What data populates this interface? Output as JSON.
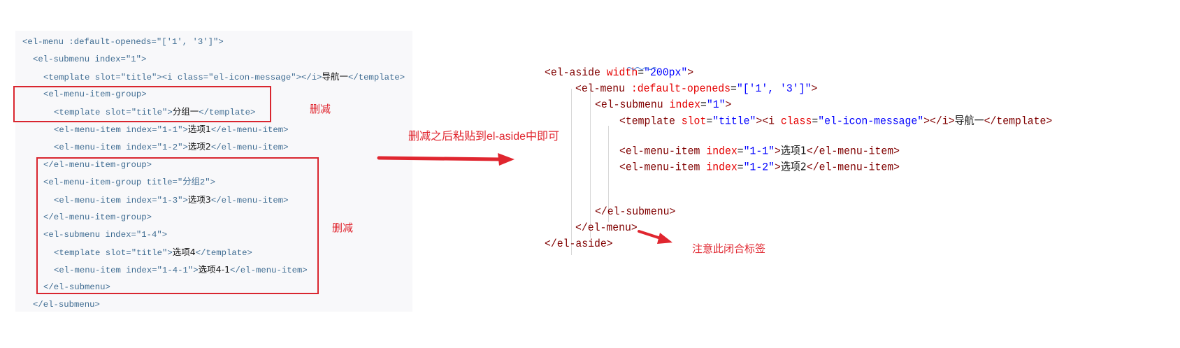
{
  "left_code": [
    [
      [
        "<el-menu :default-openeds=\"['1', '3']\">",
        "t"
      ]
    ],
    [
      [
        "<el-submenu index=\"1\">",
        "t"
      ]
    ],
    [
      [
        "<template slot=\"title\"><i class=\"el-icon-message\"></i>",
        "t"
      ],
      [
        "导航一",
        "cn"
      ],
      [
        "</template>",
        "t"
      ]
    ],
    [
      [
        "<el-menu-item-group>",
        "t"
      ]
    ],
    [
      [
        "<template slot=\"title\">",
        "t"
      ],
      [
        "分组一",
        "cn"
      ],
      [
        "</template>",
        "t"
      ]
    ],
    [
      [
        "<el-menu-item index=\"1-1\">",
        "t"
      ],
      [
        "选项1",
        "cn"
      ],
      [
        "</el-menu-item>",
        "t"
      ]
    ],
    [
      [
        "<el-menu-item index=\"1-2\">",
        "t"
      ],
      [
        "选项2",
        "cn"
      ],
      [
        "</el-menu-item>",
        "t"
      ]
    ],
    [
      [
        "</el-menu-item-group>",
        "t"
      ]
    ],
    [
      [
        "<el-menu-item-group title=\"分组2\">",
        "t"
      ]
    ],
    [
      [
        "<el-menu-item index=\"1-3\">",
        "t"
      ],
      [
        "选项3",
        "cn"
      ],
      [
        "</el-menu-item>",
        "t"
      ]
    ],
    [
      [
        "</el-menu-item-group>",
        "t"
      ]
    ],
    [
      [
        "<el-submenu index=\"1-4\">",
        "t"
      ]
    ],
    [
      [
        "<template slot=\"title\">",
        "t"
      ],
      [
        "选项4",
        "cn"
      ],
      [
        "</template>",
        "t"
      ]
    ],
    [
      [
        "<el-menu-item index=\"1-4-1\">",
        "t"
      ],
      [
        "选项4-1",
        "cn"
      ],
      [
        "</el-menu-item>",
        "t"
      ]
    ],
    [
      [
        "</el-submenu>",
        "t"
      ]
    ],
    [
      [
        "</el-submenu>",
        "t"
      ]
    ]
  ],
  "right_code": [
    [
      [
        "<el-aside ",
        "t"
      ],
      [
        "width",
        "a"
      ],
      [
        "=",
        "p"
      ],
      [
        "\"200px\"",
        "v"
      ],
      [
        ">",
        "t"
      ]
    ],
    [
      [
        "<el-menu ",
        "t"
      ],
      [
        ":default-openeds",
        "a"
      ],
      [
        "=",
        "p"
      ],
      [
        "\"['1', '3']\"",
        "v"
      ],
      [
        ">",
        "t"
      ]
    ],
    [
      [
        "<el-submenu ",
        "t"
      ],
      [
        "index",
        "a"
      ],
      [
        "=",
        "p"
      ],
      [
        "\"1\"",
        "v"
      ],
      [
        ">",
        "t"
      ]
    ],
    [
      [
        "<template ",
        "t"
      ],
      [
        "slot",
        "a"
      ],
      [
        "=",
        "p"
      ],
      [
        "\"title\"",
        "v"
      ],
      [
        "><i ",
        "t"
      ],
      [
        "class",
        "a"
      ],
      [
        "=",
        "p"
      ],
      [
        "\"el-icon-message\"",
        "v"
      ],
      [
        "></i>",
        "t"
      ],
      [
        "导航一",
        "cn"
      ],
      [
        "</template>",
        "t"
      ]
    ],
    [
      [
        "<el-menu-item ",
        "t"
      ],
      [
        "index",
        "a"
      ],
      [
        "=",
        "p"
      ],
      [
        "\"1-1\"",
        "v"
      ],
      [
        ">",
        "t"
      ],
      [
        "选项1",
        "cn"
      ],
      [
        "</el-menu-item>",
        "t"
      ]
    ],
    [
      [
        "<el-menu-item ",
        "t"
      ],
      [
        "index",
        "a"
      ],
      [
        "=",
        "p"
      ],
      [
        "\"1-2\"",
        "v"
      ],
      [
        ">",
        "t"
      ],
      [
        "选项2",
        "cn"
      ],
      [
        "</el-menu-item>",
        "t"
      ]
    ],
    [
      [
        "</el-submenu>",
        "t"
      ]
    ],
    [
      [
        "</el-menu>",
        "t"
      ]
    ],
    [
      [
        "</el-aside>",
        "t"
      ]
    ]
  ],
  "annotations": {
    "delete_label_1": "删减",
    "delete_label_2": "删减",
    "paste_instruction": "删减之后粘贴到el-aside中即可",
    "closing_tag_note": "注意此闭合标签"
  },
  "colors": {
    "annotation_red": "#e0262f",
    "tag": "#800000",
    "attr": "#e50000",
    "value": "#0000ff",
    "left_code": "#3f6c92"
  }
}
